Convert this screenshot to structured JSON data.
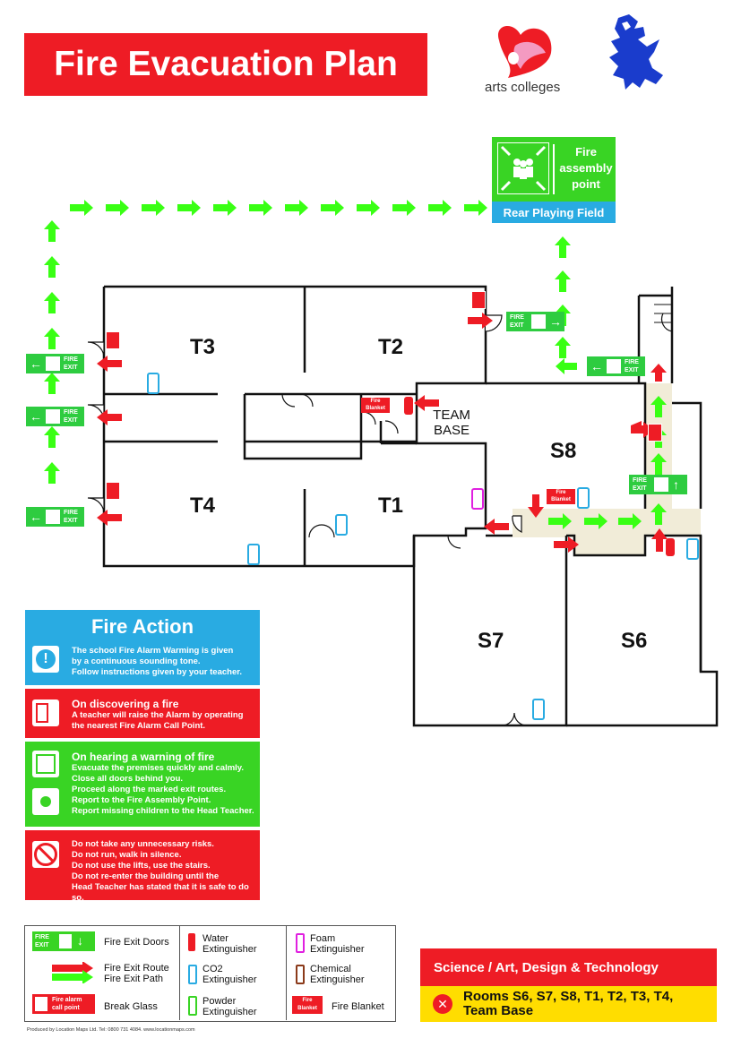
{
  "title": "Fire Evacuation Plan",
  "logo": {
    "name": "arts colleges"
  },
  "assembly": {
    "title_lines": [
      "Fire",
      "assembly",
      "point"
    ],
    "location": "Rear Playing Field"
  },
  "rooms": {
    "t1": "T1",
    "t2": "T2",
    "t3": "T3",
    "t4": "T4",
    "s6": "S6",
    "s7": "S7",
    "s8": "S8",
    "team_base_1": "TEAM",
    "team_base_2": "BASE"
  },
  "signs": {
    "fire": "FIRE",
    "exit": "EXIT",
    "blanket_1": "Fire",
    "blanket_2": "Blanket"
  },
  "fire_action": {
    "heading": "Fire Action",
    "info_lines": [
      "The school Fire Alarm Warming is given",
      "by a continuous sounding tone.",
      "Follow instructions given by your teacher."
    ],
    "discovering_heading": "On discovering a fire",
    "discovering_lines": [
      "A teacher will raise the Alarm by operating",
      "the nearest Fire Alarm Call Point."
    ],
    "hearing_heading": "On hearing a warning of fire",
    "hearing_lines": [
      "Evacuate the premises quickly and calmly.",
      "Close all doors behind you.",
      "Proceed along the marked exit routes.",
      "Report to the Fire Assembly Point.",
      "Report missing children to the Head Teacher."
    ],
    "dont_lines": [
      "Do not take any unnecessary risks.",
      "Do not run, walk in silence.",
      "Do not use the lifts, use the stairs.",
      "Do not re-enter the building until the",
      "Head Teacher has stated that it is safe to do so."
    ]
  },
  "legend": {
    "fire_exit_doors": "Fire Exit Doors",
    "fire_exit_route": "Fire Exit Route",
    "fire_exit_path": "Fire Exit Path",
    "break_glass": "Break Glass",
    "call_point_1": "Fire alarm",
    "call_point_2": "call point",
    "water_1": "Water",
    "water_2": "Extinguisher",
    "co2_1": "CO2",
    "co2_2": "Extinguisher",
    "powder_1": "Powder",
    "powder_2": "Extinguisher",
    "foam_1": "Foam",
    "foam_2": "Extinguisher",
    "chemical_1": "Chemical",
    "chemical_2": "Extinguisher",
    "fire_blanket": "Fire Blanket"
  },
  "info": {
    "department": "Science / Art, Design & Technology",
    "rooms_1": "Rooms S6, S7, S8, T1, T2, T3, T4,",
    "rooms_2": "Team Base"
  },
  "credit": "Produced by Location Maps Ltd. Tel: 0800 731 4084. www.locationmaps.com",
  "colors": {
    "red": "#ee1c25",
    "green": "#39ff14",
    "sign_green": "#2ecc40",
    "blue": "#29abe2",
    "yellow": "#ffdd00",
    "corridor": "#f1ecd8",
    "magenta": "#e020e0",
    "brown": "#8b3a1a",
    "navy": "#1a3ccc"
  }
}
